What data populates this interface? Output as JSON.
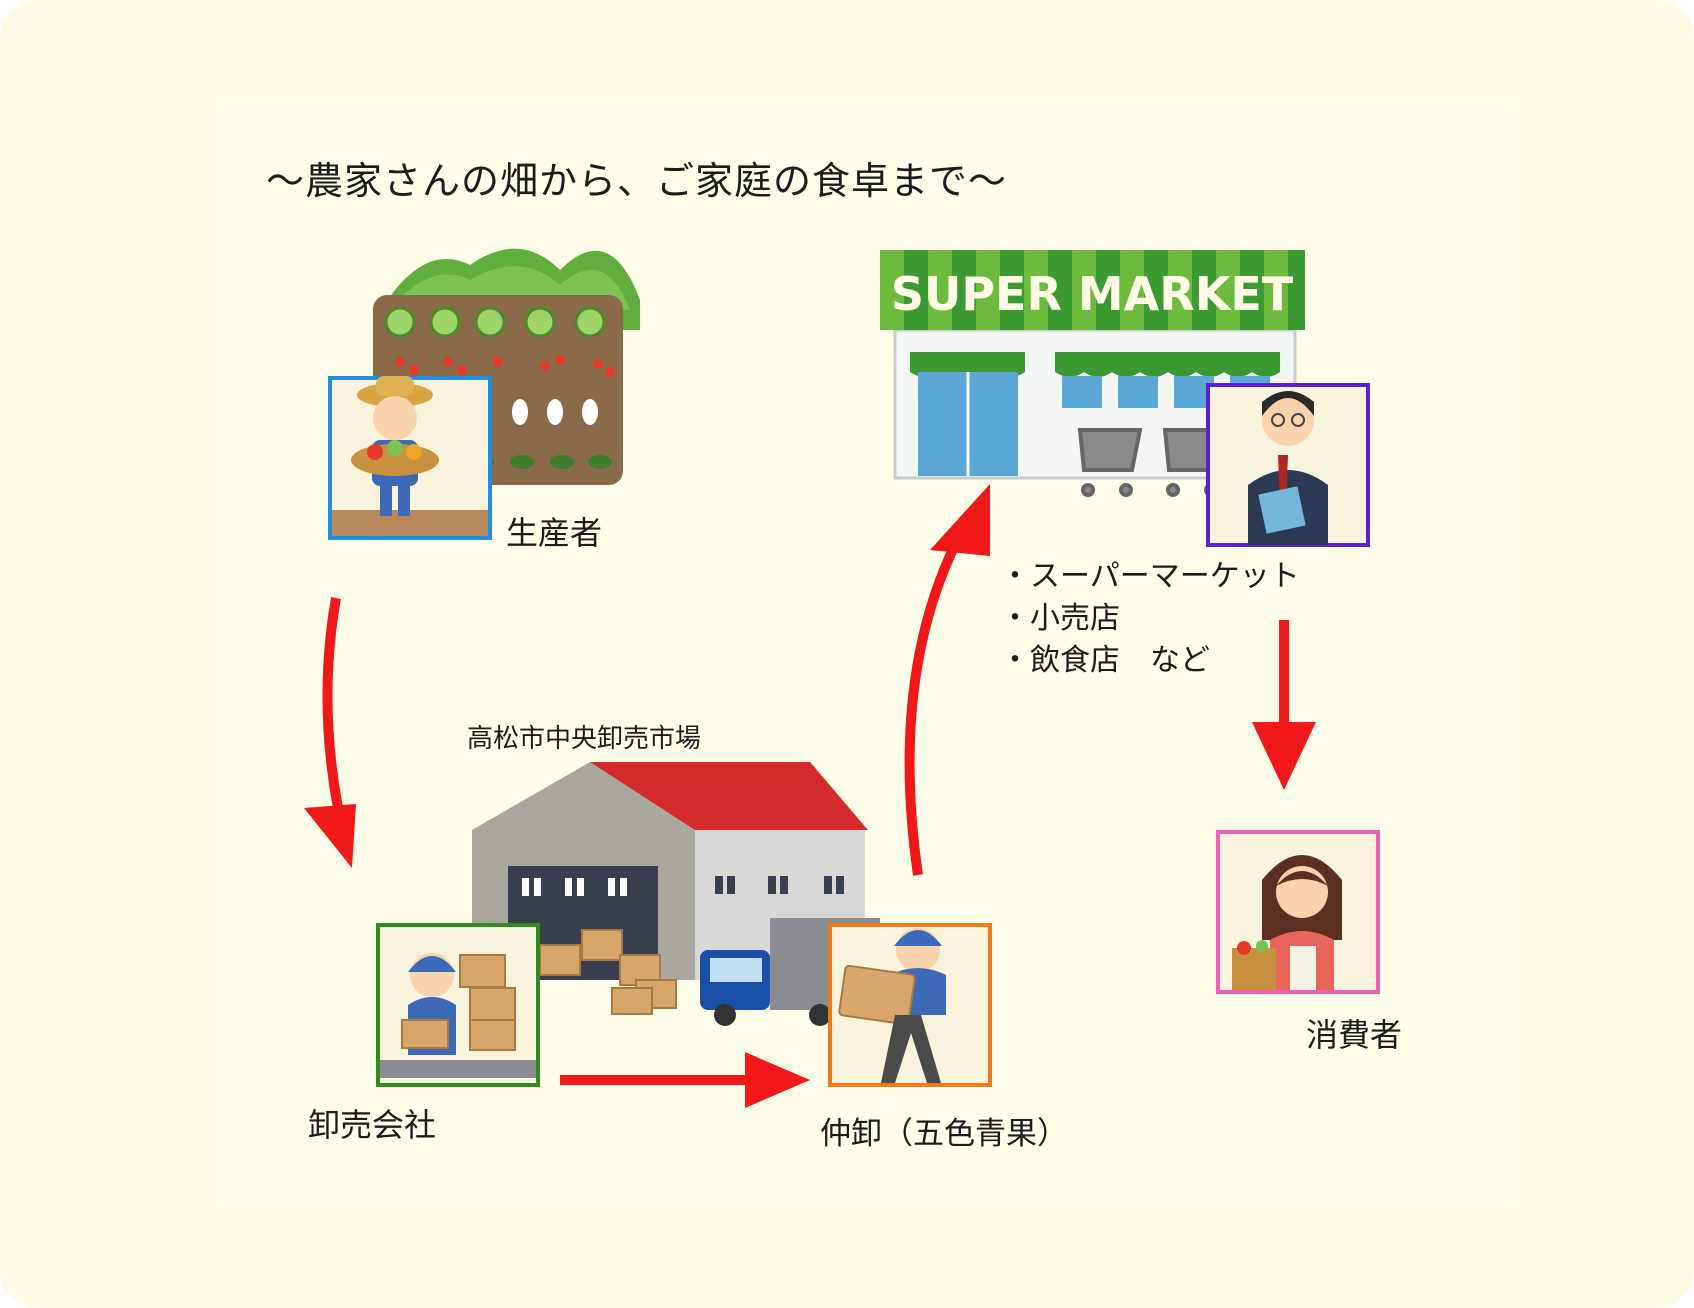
{
  "title": "～農家さんの畑から、ご家庭の食卓まで～",
  "nodes": {
    "producer": {
      "label": "生産者",
      "frame_color": "#1e8fe3"
    },
    "market": {
      "label": "高松市中央卸売市場"
    },
    "wholesale_company": {
      "label": "卸売会社",
      "frame_color": "#2f8a1f"
    },
    "broker": {
      "label": "仲卸（五色青果）",
      "frame_color": "#f07a14"
    },
    "retail": {
      "items": [
        "・スーパーマーケット",
        "・小売店",
        "・飲食店　など"
      ],
      "frame_color": "#5a1fd6"
    },
    "consumer": {
      "label": "消費者",
      "frame_color": "#f060b0"
    }
  },
  "supermarket_sign": "SUPER MARKET",
  "arrow_color": "#f01818",
  "flow": [
    {
      "from": "producer",
      "to": "wholesale_company"
    },
    {
      "from": "wholesale_company",
      "to": "broker"
    },
    {
      "from": "broker",
      "to": "retail"
    },
    {
      "from": "retail",
      "to": "consumer"
    }
  ]
}
